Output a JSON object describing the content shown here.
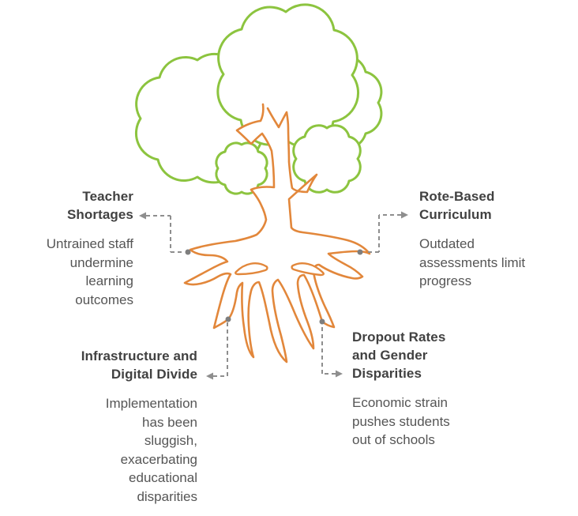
{
  "colors": {
    "canopy": "#8CC43F",
    "trunk": "#E2873B",
    "connector": "#8E8E8E",
    "dot": "#7E7E7E",
    "heading": "#414141",
    "body": "#555555",
    "bg": "#FFFFFF"
  },
  "diagram_type": "problem-tree",
  "factors": [
    {
      "id": "teacher-shortages",
      "position": "upper-left",
      "title": "Teacher Shortages",
      "title_lines": [
        "Teacher",
        "Shortages"
      ],
      "description": "Untrained staff undermine learning outcomes",
      "description_lines": [
        "Untrained staff",
        "undermine",
        "learning",
        "outcomes"
      ]
    },
    {
      "id": "rote-based-curriculum",
      "position": "upper-right",
      "title": "Rote-Based Curriculum",
      "title_lines": [
        "Rote-Based",
        "Curriculum"
      ],
      "description": "Outdated assessments limit progress",
      "description_lines": [
        "Outdated",
        "assessments limit",
        "progress"
      ]
    },
    {
      "id": "infrastructure-and-digital-divide",
      "position": "lower-left",
      "title": "Infrastructure and Digital Divide",
      "title_lines": [
        "Infrastructure and",
        "Digital Divide"
      ],
      "description": "Implementation has been sluggish, exacerbating educational disparities",
      "description_lines": [
        "Implementation",
        "has been",
        "sluggish,",
        "exacerbating",
        "educational",
        "disparities"
      ]
    },
    {
      "id": "dropout-rates-and-gender-disparities",
      "position": "lower-right",
      "title": "Dropout Rates and Gender Disparities",
      "title_lines": [
        "Dropout Rates",
        "and Gender",
        "Disparities"
      ],
      "description": "Economic strain pushes students out of schools",
      "description_lines": [
        "Economic strain",
        "pushes students",
        "out of schools"
      ]
    }
  ]
}
